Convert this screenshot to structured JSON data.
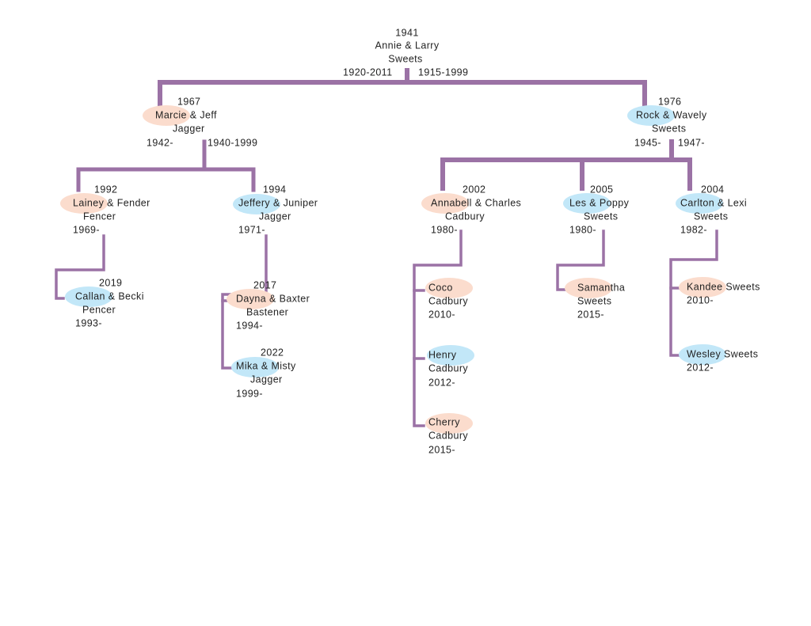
{
  "colors": {
    "line": "#9b72a5",
    "female": "#fbdccd",
    "male": "#c2e7f8"
  },
  "root": {
    "year": "1941",
    "names": "Annie & Larry",
    "surname": "Sweets",
    "dates_left": "1920-2011",
    "dates_right": "1915-1999"
  },
  "gen1": [
    {
      "year": "1967",
      "names": "Marcie & Jeff",
      "surname": "Jagger",
      "dates_left": "1942-",
      "dates_right": "1940-1999"
    },
    {
      "year": "1976",
      "names": "Rock & Wavely",
      "surname": "Sweets",
      "dates_left": "1945-",
      "dates_right": "1947-"
    }
  ],
  "gen2": [
    {
      "year": "1992",
      "names": "Lainey & Fender",
      "surname": "Fencer",
      "dates": "1969-"
    },
    {
      "year": "1994",
      "names": "Jeffery & Juniper",
      "surname": "Jagger",
      "dates": "1971-"
    },
    {
      "year": "2002",
      "names": "Annabell & Charles",
      "surname": "Cadbury",
      "dates": "1980-"
    },
    {
      "year": "2005",
      "names": "Les & Poppy",
      "surname": "Sweets",
      "dates": "1980-"
    },
    {
      "year": "2004",
      "names": "Carlton & Lexi",
      "surname": "Sweets",
      "dates": "1982-"
    }
  ],
  "gen3": [
    {
      "year": "2019",
      "names": "Callan & Becki",
      "surname": "Pencer",
      "dates": "1993-"
    },
    {
      "year": "2017",
      "names": "Dayna & Baxter",
      "surname": "Bastener",
      "dates": "1994-"
    },
    {
      "year": "2022",
      "names": "Mika & Misty",
      "surname": "Jagger",
      "dates": "1999-"
    },
    {
      "names": "Coco",
      "surname": "Cadbury",
      "dates": "2010-"
    },
    {
      "names": "Henry",
      "surname": "Cadbury",
      "dates": "2012-"
    },
    {
      "names": "Cherry",
      "surname": "Cadbury",
      "dates": "2015-"
    },
    {
      "names": "Samantha",
      "surname": "Sweets",
      "dates": "2015-"
    },
    {
      "names": "Kandee Sweets",
      "dates": "2010-"
    },
    {
      "names": "Wesley Sweets",
      "dates": "2012-"
    }
  ]
}
